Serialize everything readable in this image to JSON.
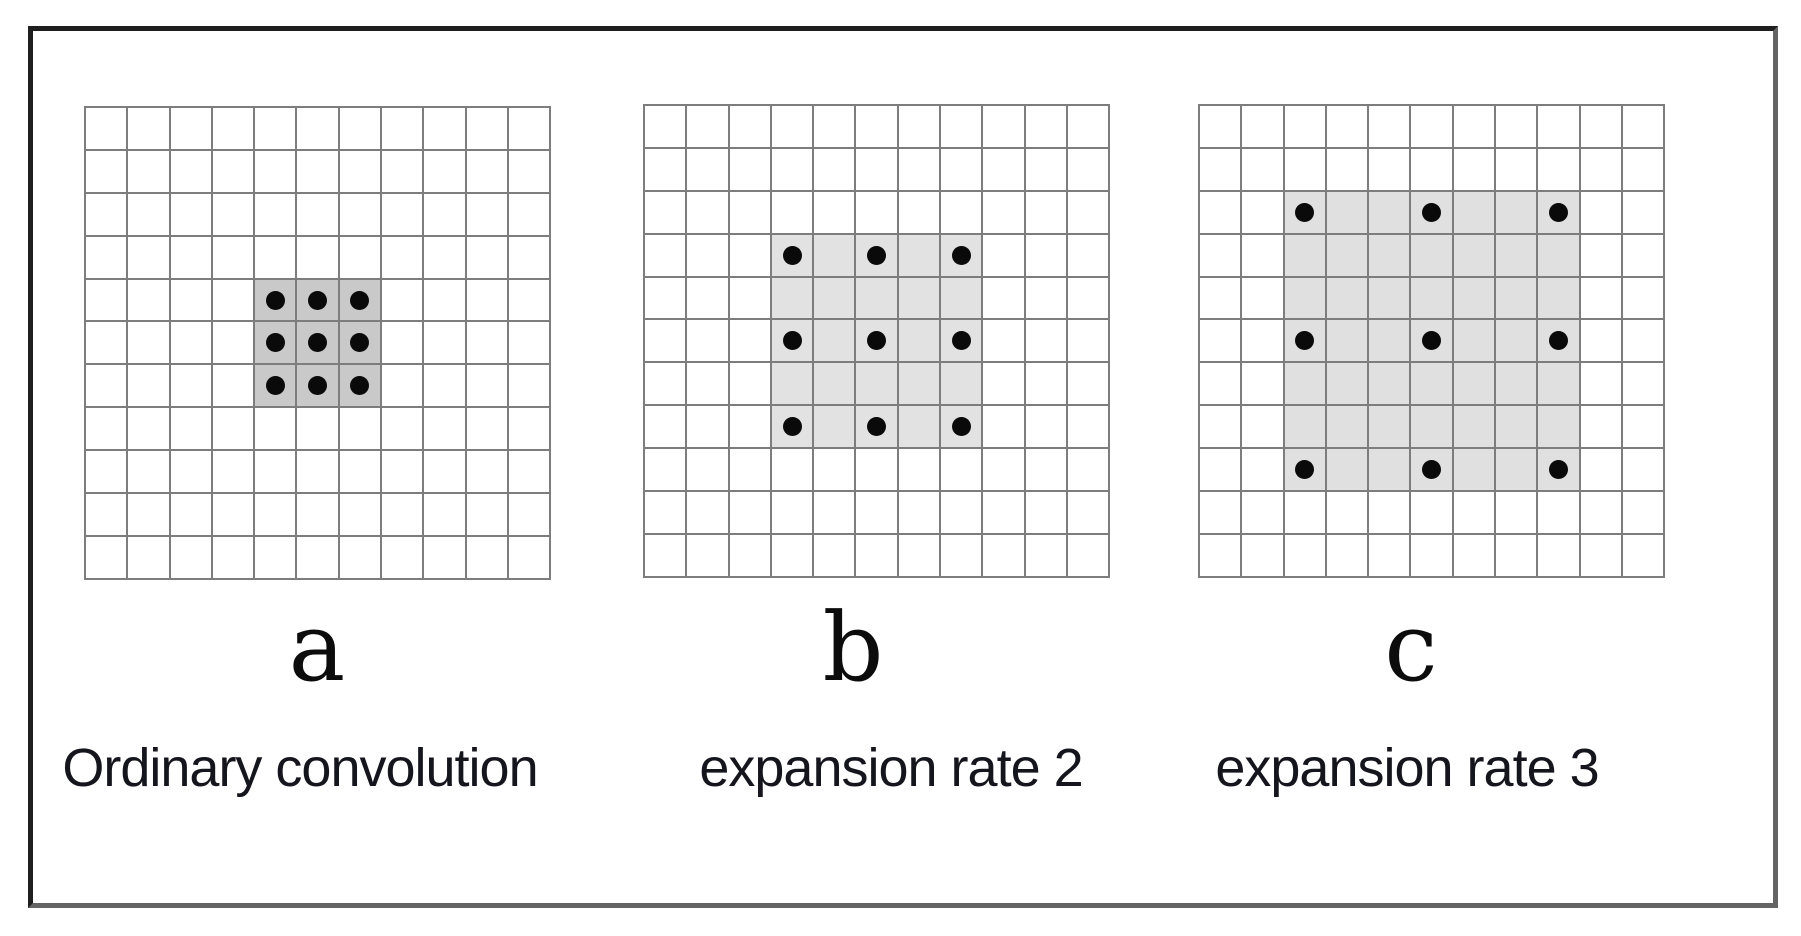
{
  "figure": {
    "panels": [
      {
        "label": "a",
        "caption": "Ordinary convolution",
        "grid_cols": 11,
        "grid_rows": 11,
        "kernel_row_start": 4,
        "kernel_col_start": 4,
        "kernel_span": 3,
        "dilation": 1,
        "shade_color": "#c9c9c9",
        "dot_count": 9
      },
      {
        "label": "b",
        "caption": "expansion rate 2",
        "grid_cols": 11,
        "grid_rows": 11,
        "kernel_row_start": 3,
        "kernel_col_start": 3,
        "kernel_span": 5,
        "dilation": 2,
        "shade_color": "#e2e2e2",
        "dot_count": 9
      },
      {
        "label": "c",
        "caption": "expansion rate 3",
        "grid_cols": 11,
        "grid_rows": 11,
        "kernel_row_start": 2,
        "kernel_col_start": 2,
        "kernel_span": 7,
        "dilation": 3,
        "shade_color": "#e0e0e0",
        "dot_count": 9
      }
    ],
    "colors": {
      "grid_line": "#7d7d7d",
      "dot": "#0a0a0a",
      "label_text": "#0c0c0c",
      "caption_text": "#15151d",
      "background": "#ffffff"
    }
  }
}
